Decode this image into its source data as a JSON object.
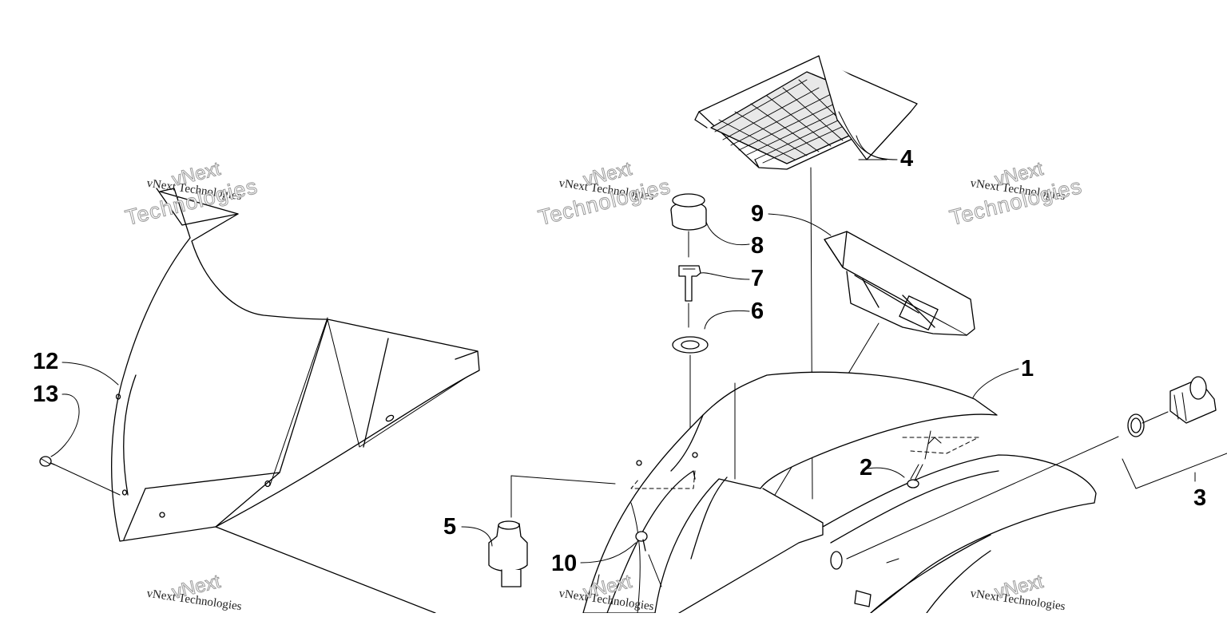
{
  "callouts": [
    "1",
    "2",
    "3",
    "4",
    "5",
    "6",
    "7",
    "8",
    "9",
    "10",
    "12",
    "13"
  ],
  "watermark": {
    "company": "vNext Technologies",
    "stamp_word_1": "vNext",
    "stamp_word_2": "Technologies"
  }
}
